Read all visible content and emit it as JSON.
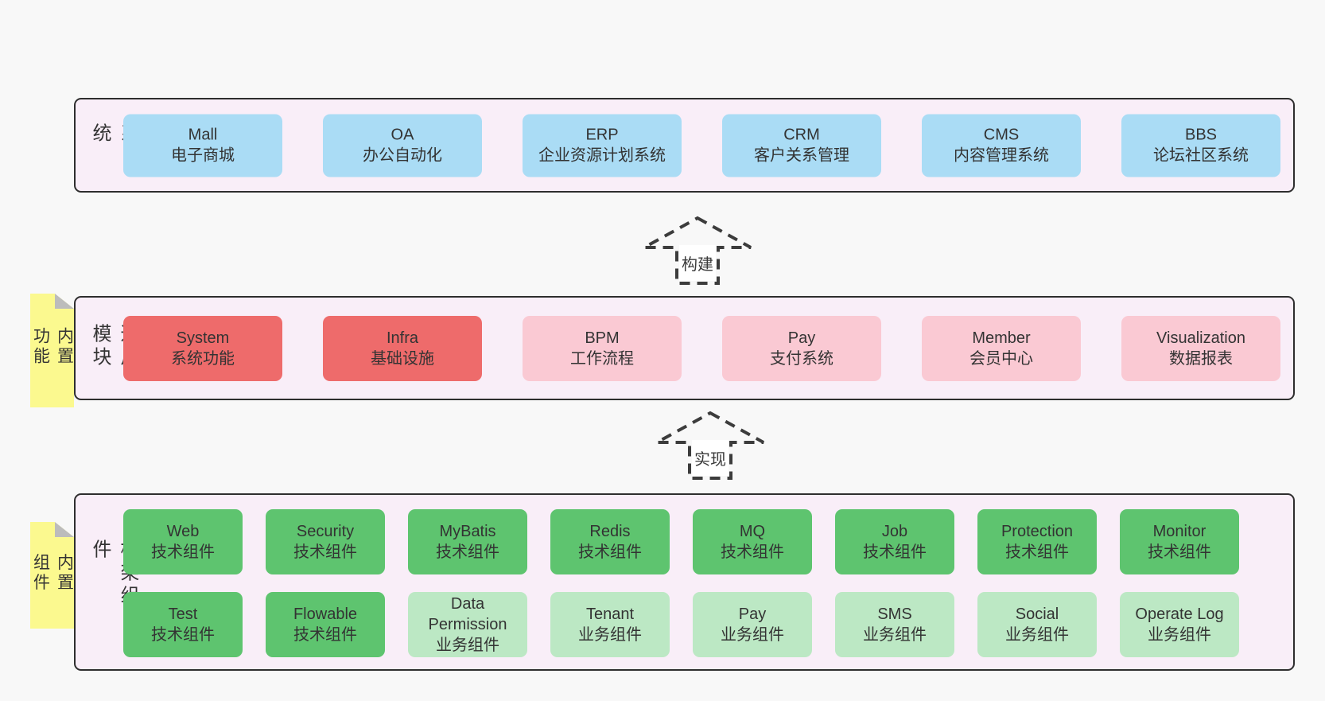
{
  "diagram": {
    "sections": [
      {
        "label": "业务系统",
        "boxes": [
          {
            "name": "Mall",
            "desc": "电子商城"
          },
          {
            "name": "OA",
            "desc": "办公自动化"
          },
          {
            "name": "ERP",
            "desc": "企业资源计划系统"
          },
          {
            "name": "CRM",
            "desc": "客户关系管理"
          },
          {
            "name": "CMS",
            "desc": "内容管理系统"
          },
          {
            "name": "BBS",
            "desc": "论坛社区系统"
          }
        ]
      },
      {
        "label": "通用模块",
        "sticky": "内置功能",
        "boxes": [
          {
            "name": "System",
            "desc": "系统功能"
          },
          {
            "name": "Infra",
            "desc": "基础设施"
          },
          {
            "name": "BPM",
            "desc": "工作流程"
          },
          {
            "name": "Pay",
            "desc": "支付系统"
          },
          {
            "name": "Member",
            "desc": "会员中心"
          },
          {
            "name": "Visualization",
            "desc": "数据报表"
          }
        ]
      },
      {
        "label": "框架组件",
        "sticky": "内置组件",
        "rows": [
          [
            {
              "name": "Web",
              "desc": "技术组件"
            },
            {
              "name": "Security",
              "desc": "技术组件"
            },
            {
              "name": "MyBatis",
              "desc": "技术组件"
            },
            {
              "name": "Redis",
              "desc": "技术组件"
            },
            {
              "name": "MQ",
              "desc": "技术组件"
            },
            {
              "name": "Job",
              "desc": "技术组件"
            },
            {
              "name": "Protection",
              "desc": "技术组件"
            },
            {
              "name": "Monitor",
              "desc": "技术组件"
            }
          ],
          [
            {
              "name": "Test",
              "desc": "技术组件"
            },
            {
              "name": "Flowable",
              "desc": "技术组件"
            },
            {
              "name": "Data Permission",
              "desc": "业务组件"
            },
            {
              "name": "Tenant",
              "desc": "业务组件"
            },
            {
              "name": "Pay",
              "desc": "业务组件"
            },
            {
              "name": "SMS",
              "desc": "业务组件"
            },
            {
              "name": "Social",
              "desc": "业务组件"
            },
            {
              "name": "Operate Log",
              "desc": "业务组件"
            }
          ]
        ]
      }
    ],
    "arrows": [
      {
        "label": "构建"
      },
      {
        "label": "实现"
      }
    ],
    "colors": {
      "background": "#f8f8f8",
      "panel_fill": "#f9eef8",
      "panel_border": "#2e2e2e",
      "box_blue": "#aadcf5",
      "box_red": "#ee6b6b",
      "box_pink": "#fac9d3",
      "box_green": "#5ec46f",
      "box_light_green": "#bce8c4",
      "sticky_yellow": "#fbf98f",
      "text": "#333333"
    }
  }
}
